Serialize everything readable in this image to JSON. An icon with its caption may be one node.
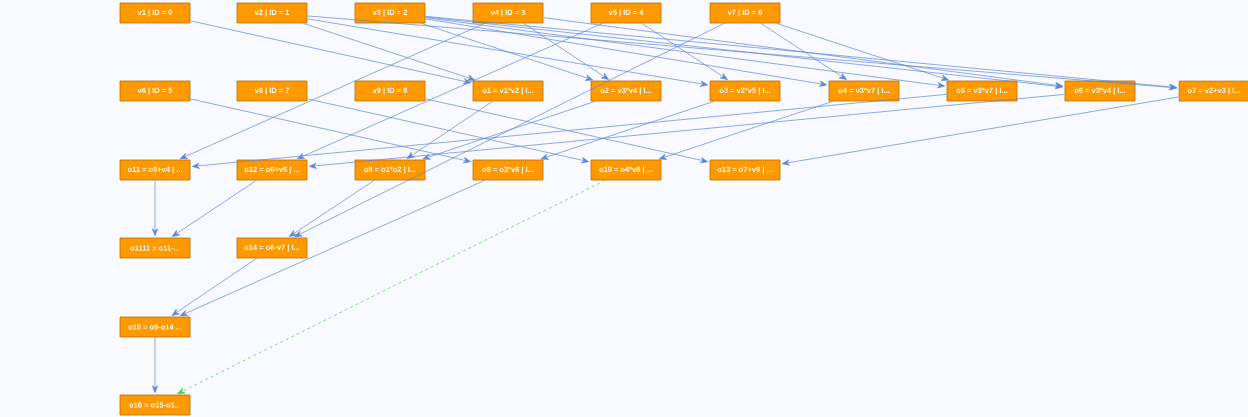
{
  "diagram": {
    "nodes": [
      {
        "text": [
          "v1 | ID = 0"
        ]
      },
      {
        "text": [
          "v2 | ID = 1"
        ]
      },
      {
        "text": [
          "v3 | ID = 2"
        ]
      },
      {
        "text": [
          "v4 | ID = 3"
        ]
      },
      {
        "text": [
          "v5 | ID = 4"
        ]
      },
      {
        "text": [
          "v7 | ID = 6"
        ]
      },
      {
        "text": [
          "v6 | ID = 5"
        ]
      },
      {
        "text": [
          "v8 | ID = 7"
        ]
      },
      {
        "text": [
          "v9 | ID = 8"
        ]
      },
      {
        "text": [
          "o1 = v1*v2 | I..."
        ]
      },
      {
        "text": [
          "o2 = v3*v4 | I..."
        ]
      },
      {
        "text": [
          "o3 = v2*v5 | I..."
        ]
      },
      {
        "text": [
          "o4 = v3*v7 | I..."
        ]
      },
      {
        "text": [
          "o5 = v3*v7 | I..."
        ]
      },
      {
        "text": [
          "o6 = v3*v4 | I..."
        ]
      },
      {
        "text": [
          "o7 = v2+v3 | I..."
        ]
      },
      {
        "text": [
          "o11 = o5+v4 | ..."
        ]
      },
      {
        "text": [
          "o12 = o6+v5 | ..."
        ]
      },
      {
        "text": [
          "o8 = o1*o2 | I..."
        ]
      },
      {
        "text": [
          "o9 = o3*v6 | I..."
        ]
      },
      {
        "text": [
          "o10 = o4*v8 | ..."
        ]
      },
      {
        "text": [
          "o13 = o7+v9 | ..."
        ]
      },
      {
        "text": [
          "o1111 = o11-..."
        ]
      },
      {
        "text": [
          "o14 = o8-v7 | I..."
        ]
      },
      {
        "text": [
          "o15 = o9-o14 ..."
        ]
      },
      {
        "text": [
          "o16 = o15-o1..."
        ]
      }
    ],
    "edges": [
      {
        "from": 0,
        "to": 9,
        "arrow": "to"
      },
      {
        "from": 1,
        "to": 9,
        "arrow": "to"
      },
      {
        "from": 2,
        "to": 10,
        "arrow": "to"
      },
      {
        "from": 3,
        "to": 10,
        "arrow": "to"
      },
      {
        "from": 1,
        "to": 11,
        "arrow": "to"
      },
      {
        "from": 4,
        "to": 11,
        "arrow": "to"
      },
      {
        "from": 2,
        "to": 12,
        "arrow": "to"
      },
      {
        "from": 5,
        "to": 12,
        "arrow": "to"
      },
      {
        "from": 2,
        "to": 13,
        "arrow": "to"
      },
      {
        "from": 5,
        "to": 13,
        "arrow": "to"
      },
      {
        "from": 2,
        "to": 14,
        "arrow": "to"
      },
      {
        "from": 3,
        "to": 14,
        "arrow": "to"
      },
      {
        "from": 1,
        "to": 15,
        "arrow": "to"
      },
      {
        "from": 2,
        "to": 15,
        "arrow": "to"
      },
      {
        "from": 13,
        "to": 16,
        "arrow": "to"
      },
      {
        "from": 3,
        "to": 16,
        "arrow": "to"
      },
      {
        "from": 14,
        "to": 17,
        "arrow": "to"
      },
      {
        "from": 4,
        "to": 17,
        "arrow": "to"
      },
      {
        "from": 9,
        "to": 18,
        "arrow": "to"
      },
      {
        "from": 10,
        "to": 18,
        "arrow": "to"
      },
      {
        "from": 11,
        "to": 19,
        "arrow": "to"
      },
      {
        "from": 6,
        "to": 19,
        "arrow": "to"
      },
      {
        "from": 12,
        "to": 20,
        "arrow": "to"
      },
      {
        "from": 7,
        "to": 20,
        "arrow": "to"
      },
      {
        "from": 15,
        "to": 21,
        "arrow": "to"
      },
      {
        "from": 8,
        "to": 21,
        "arrow": "to"
      },
      {
        "from": 16,
        "to": 22,
        "arrow": "to"
      },
      {
        "from": 17,
        "to": 22,
        "arrow": "to"
      },
      {
        "from": 18,
        "to": 23,
        "arrow": "to"
      },
      {
        "from": 5,
        "to": 23,
        "arrow": "to"
      },
      {
        "from": 19,
        "to": 24,
        "arrow": "to"
      },
      {
        "from": 23,
        "to": 24,
        "arrow": "to"
      },
      {
        "from": 24,
        "to": 25,
        "arrow": "to"
      },
      {
        "from": 20,
        "to": 25,
        "arrow": "to",
        "style": "dashed",
        "color": "#55cc44"
      }
    ]
  }
}
